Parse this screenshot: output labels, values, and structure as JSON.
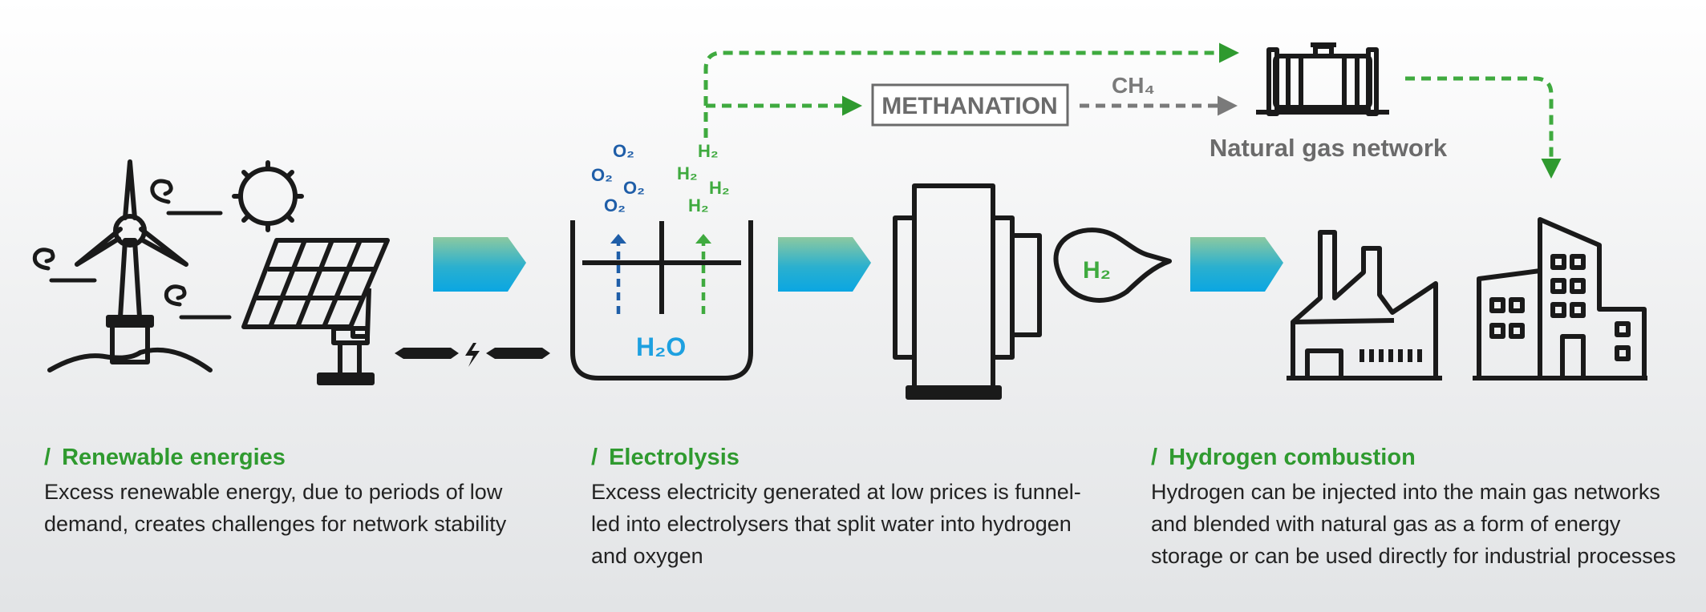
{
  "labels": {
    "methanation": "METHANATION",
    "ch4": "CH₄",
    "natural_gas_network": "Natural gas network",
    "h2o": "H₂O",
    "h2": "H₂",
    "o2": "O₂"
  },
  "colors": {
    "green": "#2f9a2f",
    "dark_blue": "#1f5ea8",
    "light_blue": "#1da0e0",
    "gray": "#6b6b6b",
    "icon_stroke": "#1a1a1a"
  },
  "sections": [
    {
      "title": "Renewable energies",
      "body": "Excess renewable energy, due to periods of low demand, creates challenges for network stability"
    },
    {
      "title": "Electrolysis",
      "body": "Excess electricity generated at low prices is funnel-led into electrolysers that split water into hydrogen and oxygen"
    },
    {
      "title": "Hydrogen combustion",
      "body": "Hydrogen can be injected into the main gas networks and blended with natural gas as a form of energy storage or can be used directly for industrial processes"
    }
  ],
  "slash": "/"
}
